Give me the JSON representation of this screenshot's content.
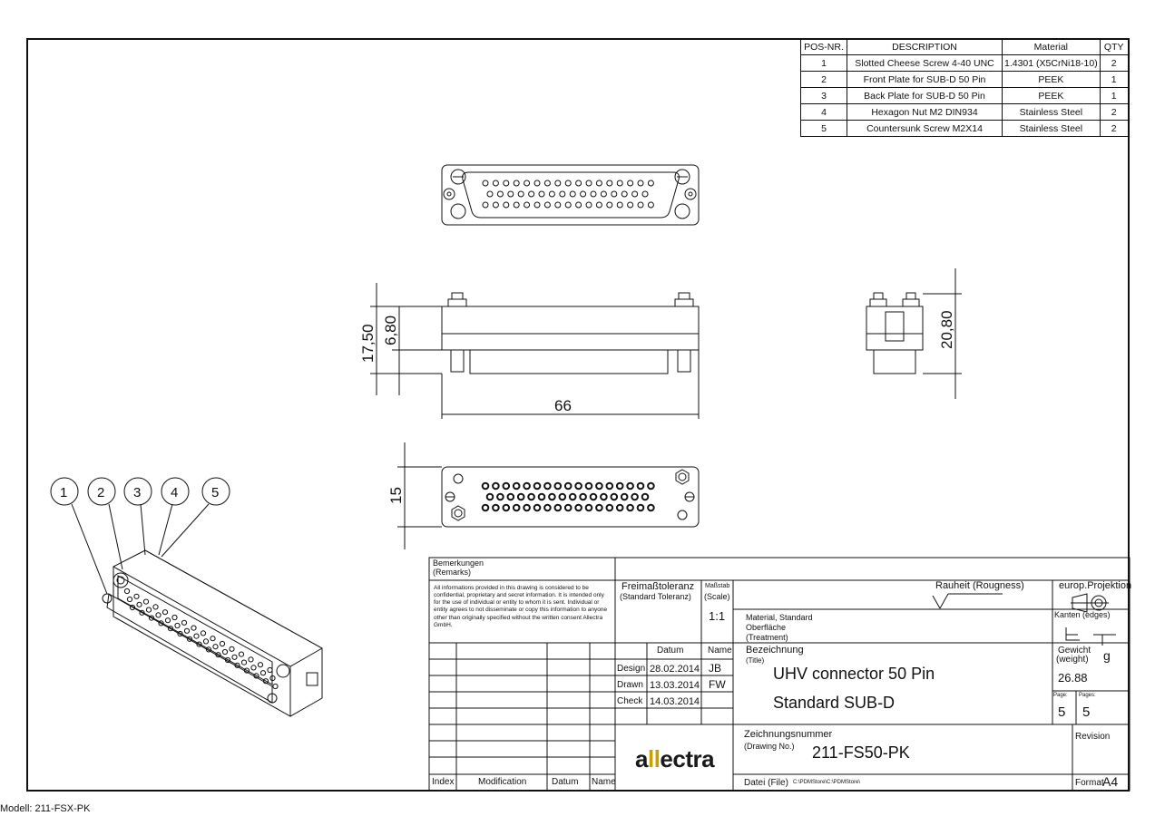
{
  "bom": {
    "headers": [
      "POS-NR.",
      "DESCRIPTION",
      "Material",
      "QTY"
    ],
    "rows": [
      [
        "1",
        "Slotted Cheese Screw 4-40 UNC",
        "1.4301 (X5CrNi18-10)",
        "2"
      ],
      [
        "2",
        "Front Plate for SUB-D 50 Pin",
        "PEEK",
        "1"
      ],
      [
        "3",
        "Back Plate for SUB-D 50 Pin",
        "PEEK",
        "1"
      ],
      [
        "4",
        "Hexagon Nut M2 DIN934",
        "Stainless Steel",
        "2"
      ],
      [
        "5",
        "Countersunk Screw M2X14",
        "Stainless Steel",
        "2"
      ]
    ]
  },
  "dimensions": {
    "height_total": "17,50",
    "height_plate": "6,80",
    "length": "66",
    "side_height": "20,80",
    "bottom_width": "15"
  },
  "balloons": [
    "1",
    "2",
    "3",
    "4",
    "5"
  ],
  "title_block": {
    "remarks_label": "Bemerkungen",
    "remarks_label_en": "(Remarks)",
    "remarks_text": "All informations provided in this drawing is considered to be confidential, proprietary and secret information. It is intended only for the use of individual or entity to whom it is sent. Individual or entity agrees to not disseminate or copy this information to anyone other than originally specified without the written consent Allectra GmbH.",
    "tolerance_label": "Freimaßtoleranz",
    "tolerance_label_en": "(Standard Toleranz)",
    "scale_label": "Maßstab",
    "scale_label_en": "(Scale)",
    "scale": "1:1",
    "roughness_label": "Rauheit (Rougness)",
    "material_label": "Material, Standard",
    "surface_label": "Oberfläche",
    "treatment_label": "(Treatment)",
    "projection_label": "europ.Projektion",
    "edges_label": "Kanten (edges)",
    "datum_label": "Datum",
    "name_label": "Name",
    "title_label": "Bezeichnung",
    "title_label_en": "(Title)",
    "title_line1": "UHV connector 50 Pin",
    "title_line2": "Standard SUB-D",
    "weight_label": "Gewicht",
    "weight_label_en": "(weight)",
    "weight_unit": "g",
    "weight": "26.88",
    "page_label": "Page:",
    "pages_label": "Pages:",
    "page": "5",
    "pages": "5",
    "design_label": "Design",
    "design_date": "28.02.2014",
    "design_name": "JB",
    "drawn_label": "Drawn",
    "drawn_date": "13.03.2014",
    "drawn_name": "FW",
    "check_label": "Check",
    "check_date": "14.03.2014",
    "drawing_no_label": "Zeichnungsnummer",
    "drawing_no_label_en": "(Drawing No.)",
    "drawing_no": "211-FS50-PK",
    "revision_label": "Revision",
    "file_label": "Datei (File)",
    "file_path": "C:\\PDMStore\\C:\\PDMStore\\",
    "format_label": "Format",
    "format": "A4",
    "index_label": "Index",
    "modification_label": "Modification",
    "datum2_label": "Datum",
    "name2_label": "Name",
    "logo_a": "a",
    "logo_ll": "ll",
    "logo_rest": "ectra"
  },
  "model_label": "Modell: 211-FSX-PK"
}
